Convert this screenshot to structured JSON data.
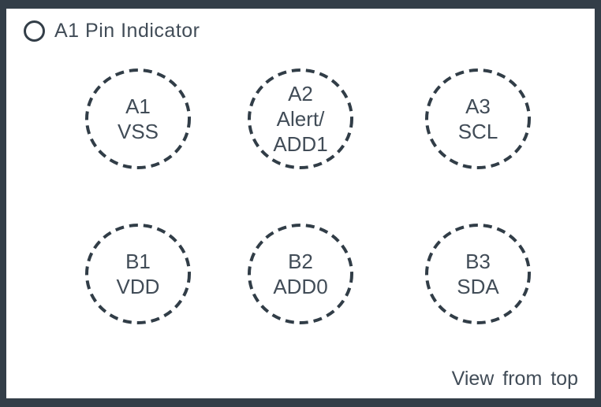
{
  "indicator": {
    "label": "A1 Pin Indicator"
  },
  "pins": [
    {
      "id": "A1",
      "func": "VSS"
    },
    {
      "id": "A2",
      "func": "Alert/\nADD1"
    },
    {
      "id": "A3",
      "func": "SCL"
    },
    {
      "id": "B1",
      "func": "VDD"
    },
    {
      "id": "B2",
      "func": "ADD0"
    },
    {
      "id": "B3",
      "func": "SDA"
    }
  ],
  "footer": {
    "note": "View from top"
  },
  "colors": {
    "outline": "#333e48",
    "dash": "#313d47",
    "text": "#414c57"
  }
}
